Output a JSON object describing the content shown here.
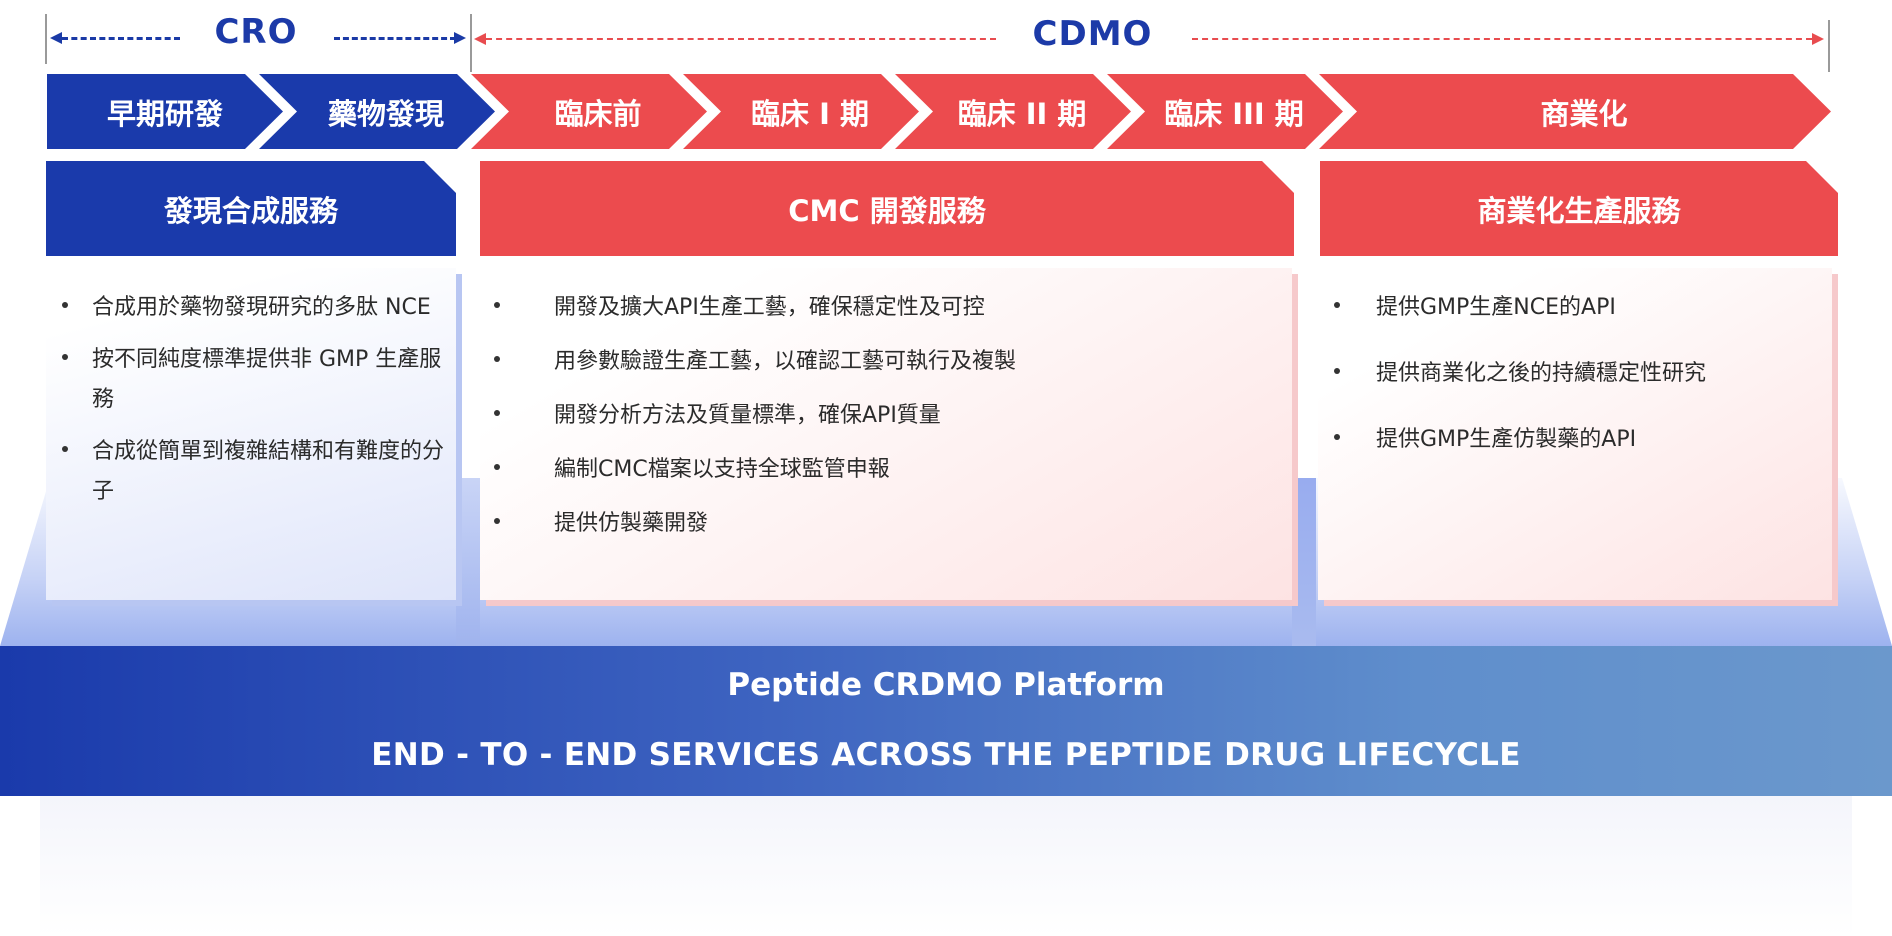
{
  "range": {
    "cro_label": "CRO",
    "cdmo_label": "CDMO"
  },
  "stages": [
    "早期研發",
    "藥物發現",
    "臨床前",
    "臨床 I 期",
    "臨床 II 期",
    "臨床 III 期",
    "商業化"
  ],
  "services": [
    {
      "title": "發現合成服務",
      "items": [
        "合成用於藥物發現研究的多肽 NCE",
        "按不同純度標準提供非 GMP 生產服務",
        "合成從簡單到複雜結構和有難度的分子"
      ]
    },
    {
      "title": "CMC 開發服務",
      "items": [
        "開發及擴大API生產工藝，確保穩定性及可控",
        "用參數驗證生產工藝，以確認工藝可執行及複製",
        "開發分析方法及質量標準，確保API質量",
        "編制CMC檔案以支持全球監管申報",
        "提供仿製藥開發"
      ]
    },
    {
      "title": "商業化生產服務",
      "items": [
        "提供GMP生產NCE的API",
        "提供商業化之後的持續穩定性研究",
        "提供GMP生產仿製藥的API"
      ]
    }
  ],
  "platform": {
    "title": "Peptide CRDMO Platform",
    "subtitle": "END - TO - END SERVICES ACROSS THE PEPTIDE DRUG LIFECYCLE"
  },
  "colors": {
    "blue": "#1a3aab",
    "red": "#ec4b4e"
  }
}
